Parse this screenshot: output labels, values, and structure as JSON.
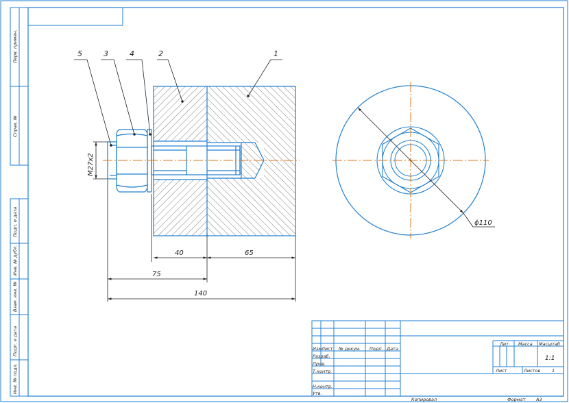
{
  "leaders": {
    "l1": "1",
    "l2": "2",
    "l3": "3",
    "l4": "4",
    "l5": "5"
  },
  "dims": {
    "thread": "M27x2",
    "d40": "40",
    "d65": "65",
    "d75": "75",
    "d140": "140",
    "diam": "ϕ110"
  },
  "side_strip": {
    "s1": "Перв. примен.",
    "s2": "Справ. №",
    "s3": "Подп. и дата",
    "s4": "Инв. № дубл.",
    "s5": "Взам. инв. №",
    "s6": "Подп. и дата",
    "s7": "Инв. № подл."
  },
  "title_block": {
    "h_izm": "Изм",
    "h_list": "Лист",
    "h_ndoc": "№ докум.",
    "h_podp": "Подп.",
    "h_data": "Дата",
    "r_razrab": "Разраб.",
    "r_prov": "Пров.",
    "r_tkontr": "Т.контр.",
    "r_nkontr": "Н.контр.",
    "r_utv": "Утв.",
    "lit": "Лит.",
    "massa": "Масса",
    "masshtab": "Масштаб",
    "scale_val": "1:1",
    "list": "Лист",
    "listov": "Листов",
    "listov_val": "1",
    "kopiroval": "Копировал",
    "format": "Формат",
    "format_val": "A3"
  }
}
